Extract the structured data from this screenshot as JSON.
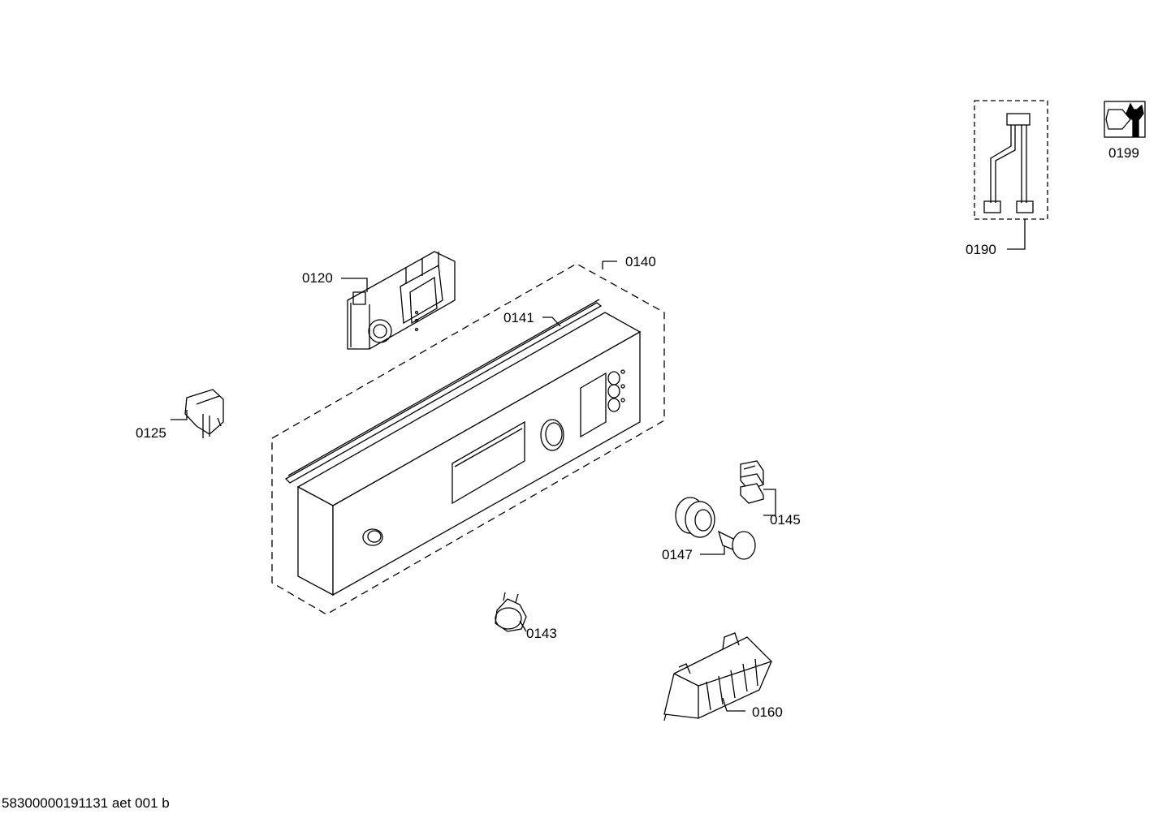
{
  "parts": {
    "p0120": {
      "number": "0120"
    },
    "p0125": {
      "number": "0125"
    },
    "p0140": {
      "number": "0140"
    },
    "p0141": {
      "number": "0141"
    },
    "p0143": {
      "number": "0143"
    },
    "p0145": {
      "number": "0145"
    },
    "p0147": {
      "number": "0147"
    },
    "p0160": {
      "number": "0160"
    },
    "p0190": {
      "number": "0190"
    },
    "p0199": {
      "number": "0199"
    }
  },
  "document_id": "58300000191131 aet 001 b",
  "colors": {
    "line": "#000000",
    "background": "#ffffff"
  }
}
